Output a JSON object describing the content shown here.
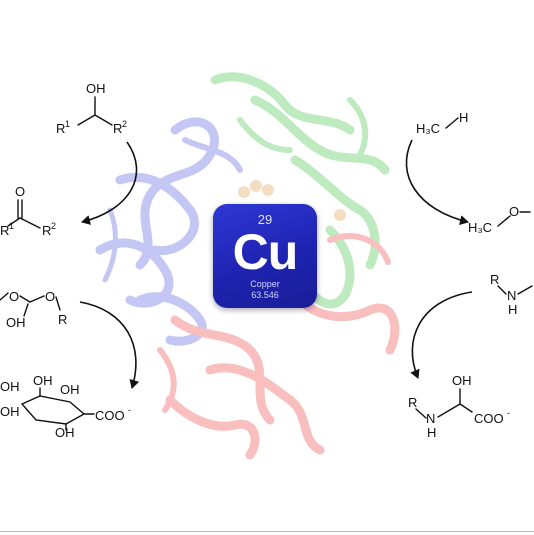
{
  "element": {
    "number": "29",
    "symbol": "Cu",
    "name": "Copper",
    "mass": "63.546"
  },
  "labels": {
    "oh": "OH",
    "r": "R",
    "sup1": "1",
    "sup2": "2",
    "o": "O",
    "h3c": "H₃C",
    "h": "H",
    "n": "N",
    "coo": "COO",
    "minus": "-"
  },
  "colors": {
    "tile": "#1e23b0",
    "protein_blue": "#5a5ee0",
    "protein_green": "#45c64a",
    "protein_red": "#ee4a4a",
    "copper_sphere": "#e0a050",
    "rule": "#8fc6e0"
  }
}
